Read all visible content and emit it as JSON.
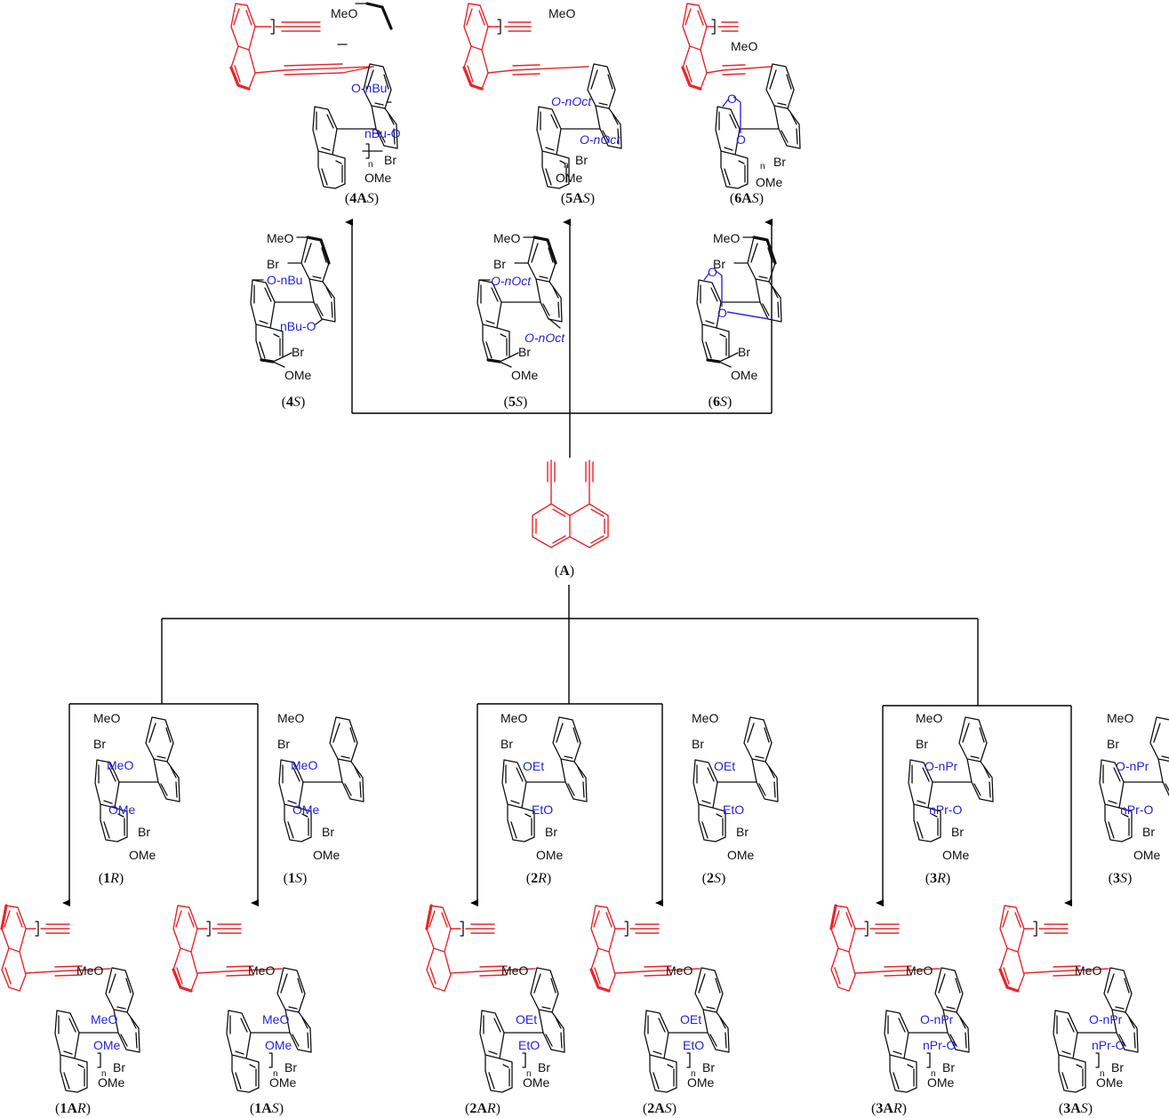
{
  "diagram": {
    "colors": {
      "acetylene_linker": "#e8262b",
      "alkoxy_group": "#2424d8",
      "bonds": "#111111"
    },
    "center_compound": {
      "id": "A",
      "label": "A",
      "description": "1,8-diethynylnaphthalene"
    },
    "top_branch": {
      "monomers": [
        {
          "id": "4S",
          "num": "4",
          "config": "S",
          "top_sub": "MeO",
          "br": "Br",
          "alkoxy_upper": "O-nBu",
          "alkoxy_lower": "nBu-O",
          "bottom_sub": "OMe",
          "alkoxy_type": "nBu"
        },
        {
          "id": "5S",
          "num": "5",
          "config": "S",
          "top_sub": "MeO",
          "br": "Br",
          "alkoxy_upper": "O-nOct",
          "alkoxy_lower": "O-nOct",
          "bottom_sub": "OMe",
          "alkoxy_type": "nOct"
        },
        {
          "id": "6S",
          "num": "6",
          "config": "S",
          "top_sub": "MeO",
          "br": "Br",
          "alkoxy_upper": "O",
          "alkoxy_lower": "O",
          "bottom_sub": "OMe",
          "alkoxy_type": "methylenedioxy"
        }
      ],
      "polymers": [
        {
          "id": "4AS",
          "num": "4",
          "mid": "A",
          "config": "S",
          "top_sub": "MeO",
          "alkoxy_upper": "O-nBu",
          "alkoxy_lower": "nBu-O",
          "bottom_sub": "OMe",
          "end_group": "Br",
          "repeat": "n"
        },
        {
          "id": "5AS",
          "num": "5",
          "mid": "A",
          "config": "S",
          "top_sub": "MeO",
          "alkoxy_upper": "O-nOct",
          "alkoxy_lower": "O-nOct",
          "bottom_sub": "OMe",
          "end_group": "Br",
          "repeat": "n"
        },
        {
          "id": "6AS",
          "num": "6",
          "mid": "A",
          "config": "S",
          "top_sub": "MeO",
          "alkoxy_upper": "O",
          "alkoxy_lower": "O",
          "bottom_sub": "OMe",
          "end_group": "Br",
          "repeat": "n"
        }
      ]
    },
    "bottom_branch": {
      "groups": [
        {
          "monomers": [
            {
              "id": "1R",
              "num": "1",
              "config": "R",
              "top_sub": "MeO",
              "br": "Br",
              "alkoxy_upper": "MeO",
              "alkoxy_lower": "OMe",
              "bottom_sub": "OMe"
            },
            {
              "id": "1S",
              "num": "1",
              "config": "S",
              "top_sub": "MeO",
              "br": "Br",
              "alkoxy_upper": "MeO",
              "alkoxy_lower": "OMe",
              "bottom_sub": "OMe"
            }
          ],
          "polymers": [
            {
              "id": "1AR",
              "num": "1",
              "mid": "A",
              "config": "R",
              "top_sub": "MeO",
              "alkoxy_upper": "MeO",
              "alkoxy_lower": "OMe",
              "bottom_sub": "OMe",
              "end_group": "Br",
              "repeat": "n"
            },
            {
              "id": "1AS",
              "num": "1",
              "mid": "A",
              "config": "S",
              "top_sub": "MeO",
              "alkoxy_upper": "MeO",
              "alkoxy_lower": "OMe",
              "bottom_sub": "OMe",
              "end_group": "Br",
              "repeat": "n"
            }
          ]
        },
        {
          "monomers": [
            {
              "id": "2R",
              "num": "2",
              "config": "R",
              "top_sub": "MeO",
              "br": "Br",
              "alkoxy_upper": "OEt",
              "alkoxy_lower": "EtO",
              "bottom_sub": "OMe"
            },
            {
              "id": "2S",
              "num": "2",
              "config": "S",
              "top_sub": "MeO",
              "br": "Br",
              "alkoxy_upper": "OEt",
              "alkoxy_lower": "EtO",
              "bottom_sub": "OMe"
            }
          ],
          "polymers": [
            {
              "id": "2AR",
              "num": "2",
              "mid": "A",
              "config": "R",
              "top_sub": "MeO",
              "alkoxy_upper": "OEt",
              "alkoxy_lower": "EtO",
              "bottom_sub": "OMe",
              "end_group": "Br",
              "repeat": "n"
            },
            {
              "id": "2AS",
              "num": "2",
              "mid": "A",
              "config": "S",
              "top_sub": "MeO",
              "alkoxy_upper": "OEt",
              "alkoxy_lower": "EtO",
              "bottom_sub": "OMe",
              "end_group": "Br",
              "repeat": "n"
            }
          ]
        },
        {
          "monomers": [
            {
              "id": "3R",
              "num": "3",
              "config": "R",
              "top_sub": "MeO",
              "br": "Br",
              "alkoxy_upper": "O-nPr",
              "alkoxy_lower": "nPr-O",
              "bottom_sub": "OMe"
            },
            {
              "id": "3S",
              "num": "3",
              "config": "S",
              "top_sub": "MeO",
              "br": "Br",
              "alkoxy_upper": "O-nPr",
              "alkoxy_lower": "nPr-O",
              "bottom_sub": "OMe"
            }
          ],
          "polymers": [
            {
              "id": "3AR",
              "num": "3",
              "mid": "A",
              "config": "R",
              "top_sub": "MeO",
              "alkoxy_upper": "O-nPr",
              "alkoxy_lower": "nPr-O",
              "bottom_sub": "OMe",
              "end_group": "Br",
              "repeat": "n"
            },
            {
              "id": "3AS",
              "num": "3",
              "mid": "A",
              "config": "S",
              "top_sub": "MeO",
              "alkoxy_upper": "O-nPr",
              "alkoxy_lower": "nPr-O",
              "bottom_sub": "OMe",
              "end_group": "Br",
              "repeat": "n"
            }
          ]
        }
      ]
    }
  }
}
